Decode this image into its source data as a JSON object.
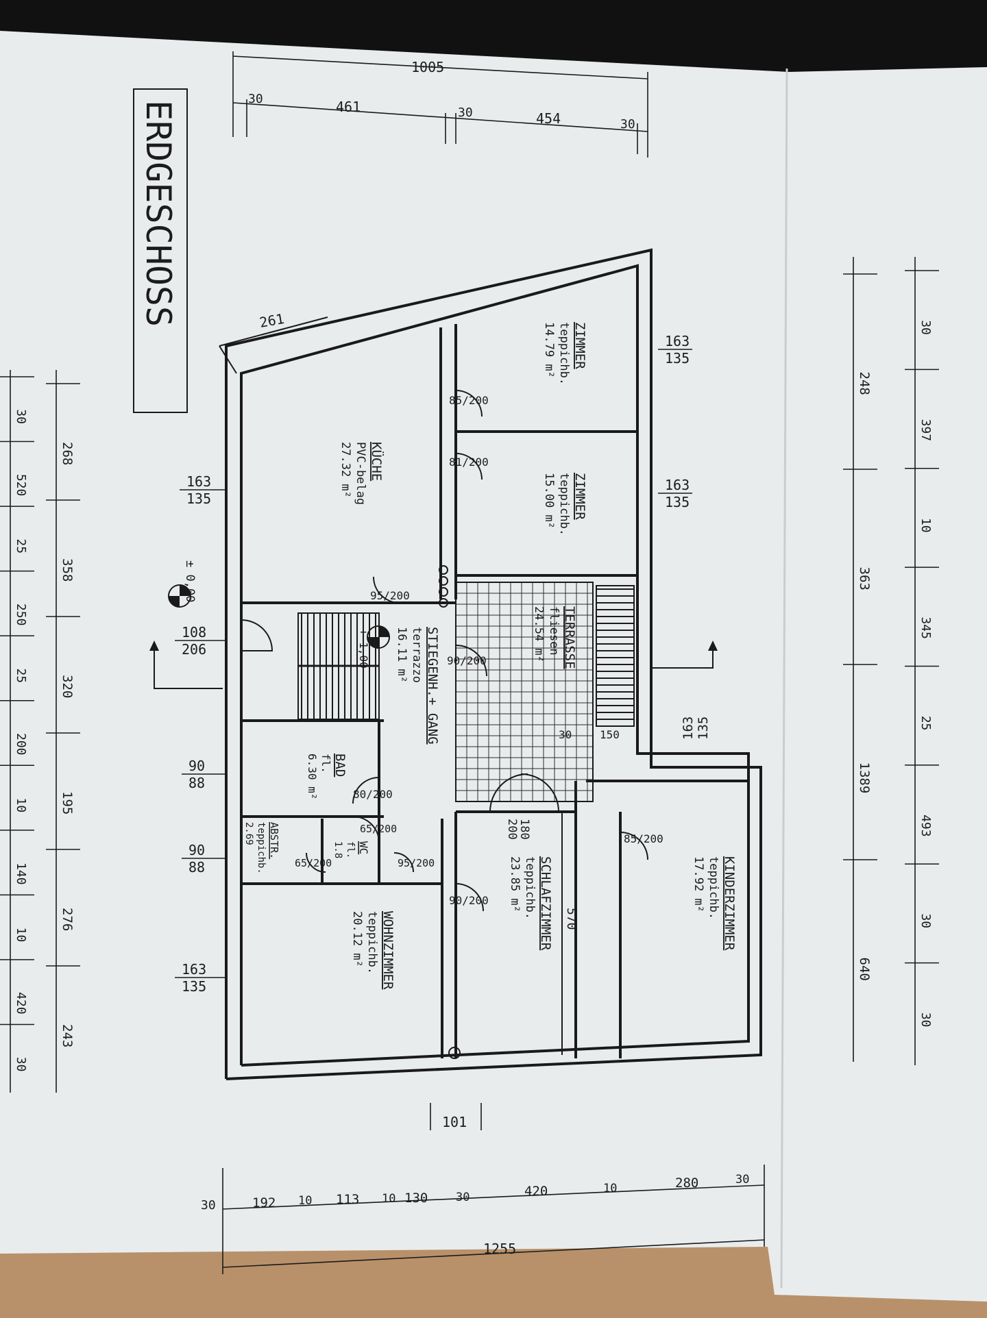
{
  "title": "ERDGESCHOSS",
  "colors": {
    "paper": "#eceff0",
    "ink": "#1a1a1a",
    "wood": "#b8916a",
    "tape": "#111111"
  },
  "rooms": {
    "zimmer1": {
      "name": "ZIMMER",
      "floor": "teppichb.",
      "area": "14.79 m²"
    },
    "zimmer2": {
      "name": "ZIMMER",
      "floor": "teppichb.",
      "area": "15.00 m²"
    },
    "kueche": {
      "name": "KÜCHE",
      "floor": "PVC-belag",
      "area": "27.32 m²"
    },
    "terrasse": {
      "name": "TERRASSE",
      "floor": "fliesen",
      "area": "24.54 m²"
    },
    "stiege": {
      "name": "STIEGENH.+ GANG",
      "floor": "terrazzo",
      "area": "16.11 m²"
    },
    "bad": {
      "name": "BAD",
      "floor": "fl.",
      "area": "6.30 m²"
    },
    "wc": {
      "name": "WC",
      "floor": "fl.",
      "area": "1.8"
    },
    "abstr": {
      "name": "ABSTR.",
      "floor": "teppichb.",
      "area": "2.69"
    },
    "wohn": {
      "name": "WOHNZIMMER",
      "floor": "teppichb.",
      "area": "20.12 m²"
    },
    "schlaf": {
      "name": "SCHLAFZIMMER",
      "floor": "teppichb.",
      "area": "23.85 m²"
    },
    "kinder": {
      "name": "KINDERZIMMER",
      "floor": "teppichb.",
      "area": "17.92 m²"
    }
  },
  "level_marks": {
    "outside": "± 0,00",
    "inside": "+ 1,00"
  },
  "dimensions": {
    "top_total": "1005",
    "top_segments": [
      "30",
      "461",
      "30",
      "454",
      "30"
    ],
    "bottom_total": "1255",
    "bottom_segments": [
      "30",
      "192",
      "10",
      "113",
      "10",
      "130",
      "30",
      "420",
      "10",
      "280",
      "30"
    ],
    "bottom_note": "101",
    "bottom_note2": "261",
    "left_inner": [
      "268",
      "358",
      "320",
      "195",
      "276",
      "243"
    ],
    "left_outer": [
      "30",
      "520",
      "25",
      "250",
      "25",
      "200",
      "10",
      "140",
      "10",
      "420",
      "30"
    ],
    "right_inner": [
      "248",
      "363",
      "1389",
      "640"
    ],
    "right_outer": [
      "30",
      "397",
      "10",
      "345",
      "25",
      "493",
      "30",
      "30"
    ],
    "right_extra": "570",
    "stair_small": [
      "30",
      "150"
    ]
  },
  "windows": {
    "w1": [
      "163",
      "135"
    ],
    "w2": [
      "163",
      "135"
    ],
    "w3": [
      "163",
      "135"
    ],
    "w4": [
      "163",
      "135"
    ],
    "w5": [
      "163",
      "135"
    ],
    "w6": [
      "108",
      "206"
    ],
    "w7": [
      "90",
      "88"
    ],
    "w8": [
      "90",
      "88"
    ],
    "w9": [
      "180",
      "200"
    ]
  },
  "doors": {
    "d1": "85/200",
    "d2": "81/200",
    "d3": "95/200",
    "d4": "90/200",
    "d5": "80/200",
    "d6": "65/200",
    "d7": "65/200",
    "d8": "95/200",
    "d9": "90/200",
    "d10": "85/200"
  }
}
